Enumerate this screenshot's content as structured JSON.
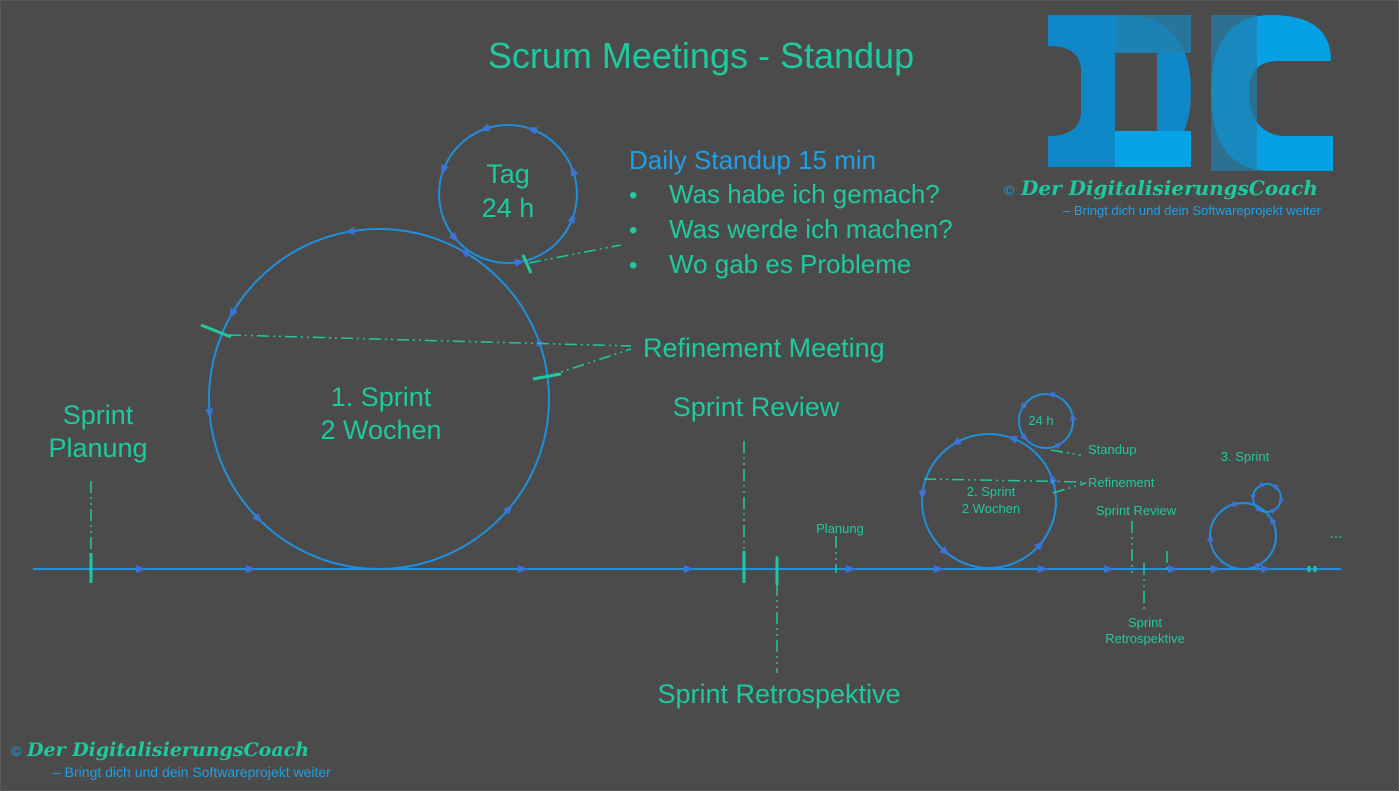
{
  "title": "Scrum Meetings - Standup",
  "sprint1": {
    "day_label": "Tag",
    "day_hours": "24 h",
    "sprint_label": "1. Sprint",
    "duration": "2 Wochen"
  },
  "planning": {
    "line1": "Sprint",
    "line2": "Planung"
  },
  "review_label": "Sprint Review",
  "retro_label": "Sprint Retrospektive",
  "refinement_label": "Refinement Meeting",
  "standup": {
    "heading": "Daily Standup 15 min",
    "bullet": "•",
    "items": [
      "Was habe ich gemach?",
      "Was werde ich machen?",
      "Wo gab es Probleme"
    ]
  },
  "sprint2": {
    "planning_label": "Planung",
    "hours": "24 h",
    "sprint_label": "2. Sprint",
    "duration": "2  Wochen",
    "standup_label": "Standup",
    "refinement_label": "Refinement",
    "review_label": "Sprint Review",
    "retro_line1": "Sprint",
    "retro_line2": "Retrospektive"
  },
  "sprint3": {
    "label": "3. Sprint",
    "more": "..."
  },
  "branding": {
    "logo_letters": "DC",
    "copyright": "©",
    "name": "Der DigitalisierungsCoach",
    "tagline": "– Bringt dich und dein Softwareprojekt weiter"
  },
  "colors": {
    "text": "#1fc9a0",
    "line": "#1e90dc",
    "accent": "#1ea0e6",
    "background": "#4b4b4b"
  }
}
